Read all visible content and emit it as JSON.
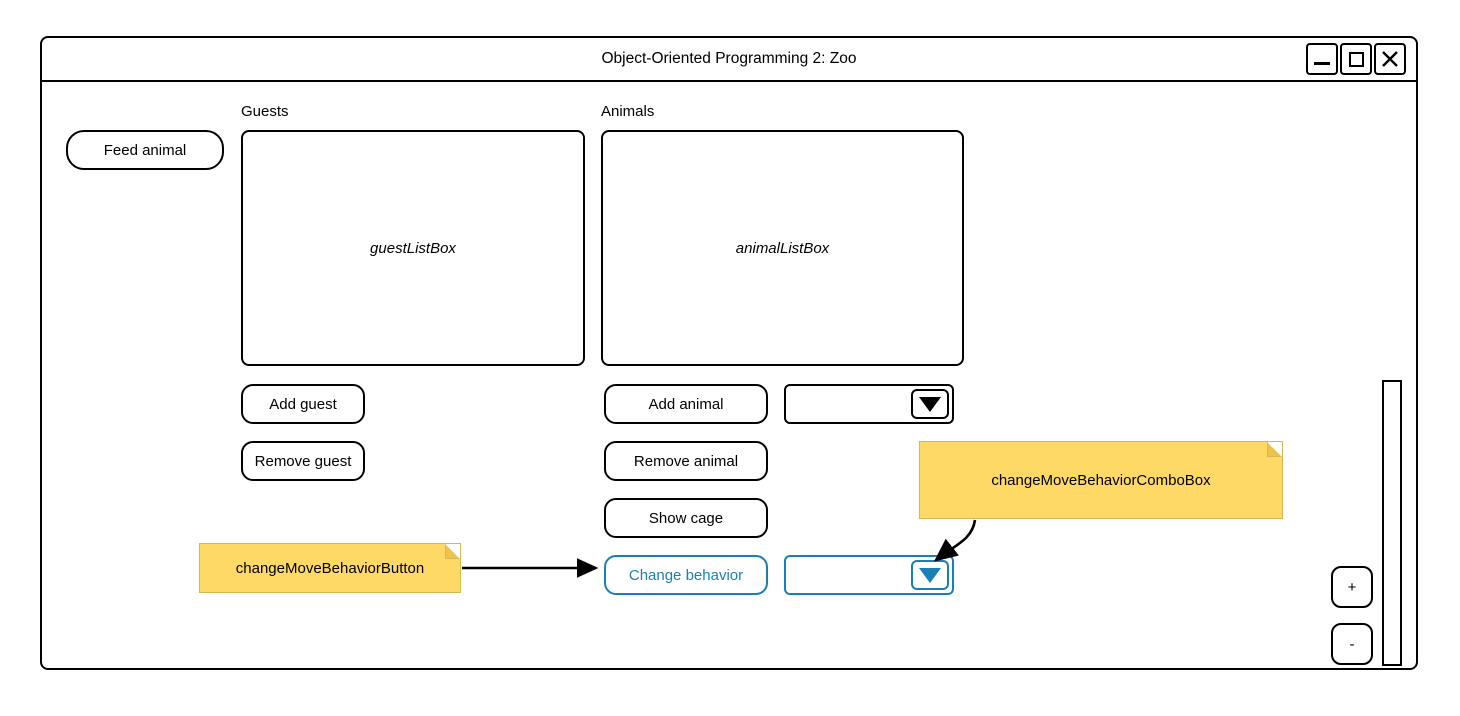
{
  "window": {
    "title": "Object-Oriented Programming 2: Zoo",
    "controls": [
      {
        "name": "minimize",
        "label": "_"
      },
      {
        "name": "maximize",
        "label": "□"
      },
      {
        "name": "close",
        "label": "✕"
      }
    ]
  },
  "actions": {
    "feed_animal": "Feed animal"
  },
  "guests_panel": {
    "label": "Guests",
    "listbox_placeholder": "guestListBox",
    "add_button": "Add guest",
    "remove_button": "Remove guest"
  },
  "animals_panel": {
    "label": "Animals",
    "listbox_placeholder": "animalListBox",
    "add_button": "Add animal",
    "remove_button": "Remove animal",
    "show_cage_button": "Show cage",
    "change_behavior_button": "Change behavior",
    "add_animal_combo_value": "",
    "change_behavior_combo_value": ""
  },
  "annotations": [
    {
      "id": "note-button",
      "text": "changeMoveBehaviorButton"
    },
    {
      "id": "note-combo",
      "text": "changeMoveBehaviorComboBox"
    }
  ],
  "zoom_controls": {
    "zoom_in": "+",
    "zoom_out": "-"
  },
  "colors": {
    "accent": "#1a7fb5",
    "note_fill": "#ffd966",
    "note_stroke": "#d6b656",
    "outline": "#000000",
    "background": "#ffffff"
  }
}
